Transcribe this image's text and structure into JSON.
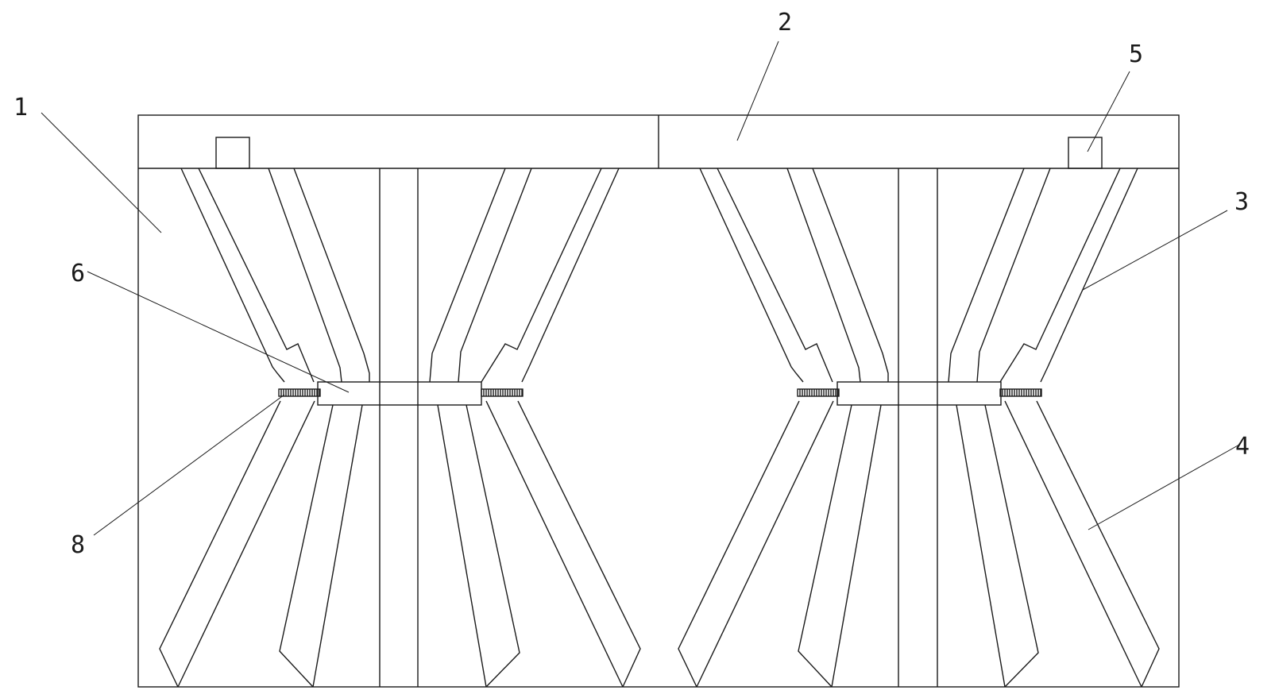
{
  "diagram": {
    "callouts": [
      {
        "id": "c1",
        "label": "1"
      },
      {
        "id": "c2",
        "label": "2"
      },
      {
        "id": "c3",
        "label": "3"
      },
      {
        "id": "c4",
        "label": "4"
      },
      {
        "id": "c5",
        "label": "5"
      },
      {
        "id": "c6",
        "label": "6"
      },
      {
        "id": "c8",
        "label": "8"
      }
    ]
  }
}
